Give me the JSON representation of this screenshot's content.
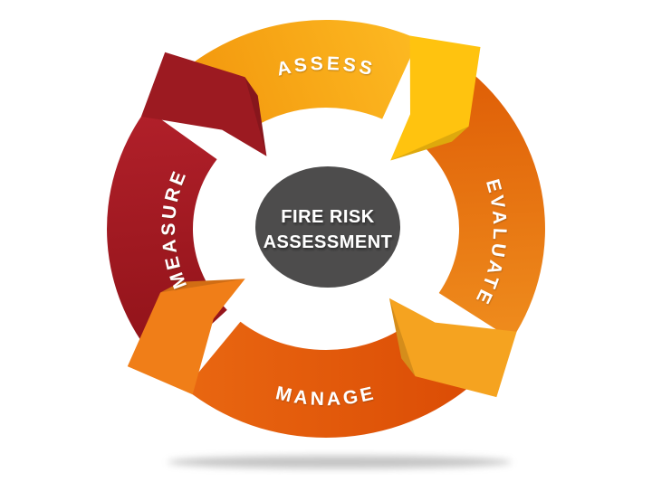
{
  "diagram": {
    "title": "FIRE RISK ASSESSMENT",
    "flow_direction": "clockwise",
    "background": "#FFFFFF",
    "label_color": "#FFFFFF",
    "shadow_color": "#8A8A8A",
    "center": {
      "line1": "FIRE RISK",
      "line2": "ASSESSMENT",
      "bg_color": "#4D4C4C",
      "text_color": "#FFFFFF"
    },
    "steps": [
      {
        "label": "ASSESS",
        "position": "top",
        "band_colors": [
          "#F2950C",
          "#FDBA22"
        ],
        "arrow_color": "#FFC30F"
      },
      {
        "label": "EVALUATE",
        "position": "right",
        "band_colors": [
          "#E06108",
          "#F0901F"
        ],
        "arrow_color": "#F5A320"
      },
      {
        "label": "MANAGE",
        "position": "bottom",
        "band_colors": [
          "#DC4E06",
          "#E96711"
        ],
        "arrow_color": "#F07E18"
      },
      {
        "label": "MEASURE",
        "position": "left",
        "band_colors": [
          "#8F1218",
          "#B1202A"
        ],
        "arrow_color": "#9C1A21"
      }
    ]
  }
}
